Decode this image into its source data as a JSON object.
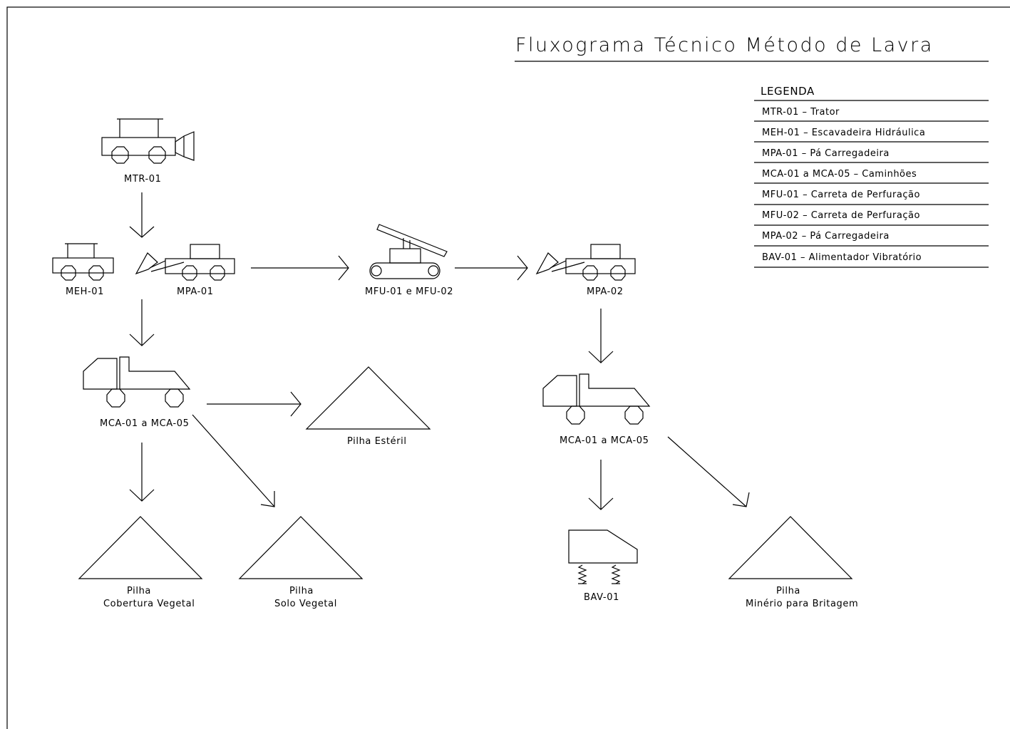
{
  "title": "Fluxograma Técnico Método de Lavra",
  "legend": {
    "header": "LEGENDA",
    "items": [
      "MTR-01 – Trator",
      "MEH-01 – Escavadeira Hidráulica",
      "MPA-01 – Pá Carregadeira",
      "MCA-01 a MCA-05 – Caminhões",
      "MFU-01 – Carreta de Perfuração",
      "MFU-02 – Carreta de Perfuração",
      "MPA-02 – Pá Carregadeira",
      "BAV-01 – Alimentador Vibratório"
    ]
  },
  "labels": {
    "mtr": "MTR-01",
    "meh": "MEH-01",
    "mpa1": "MPA-01",
    "mfu": "MFU-01 e MFU-02",
    "mpa2": "MPA-02",
    "mca_left": "MCA-01 a MCA-05",
    "mca_right": "MCA-01 a MCA-05",
    "pilha_esteril": "Pilha Estéril",
    "pilha1_line1": "Pilha",
    "pilha1_line2": "Cobertura Vegetal",
    "pilha2_line1": "Pilha",
    "pilha2_line2": "Solo Vegetal",
    "bav": "BAV-01",
    "pilha3_line1": "Pilha",
    "pilha3_line2": "Minério para Britagem"
  }
}
